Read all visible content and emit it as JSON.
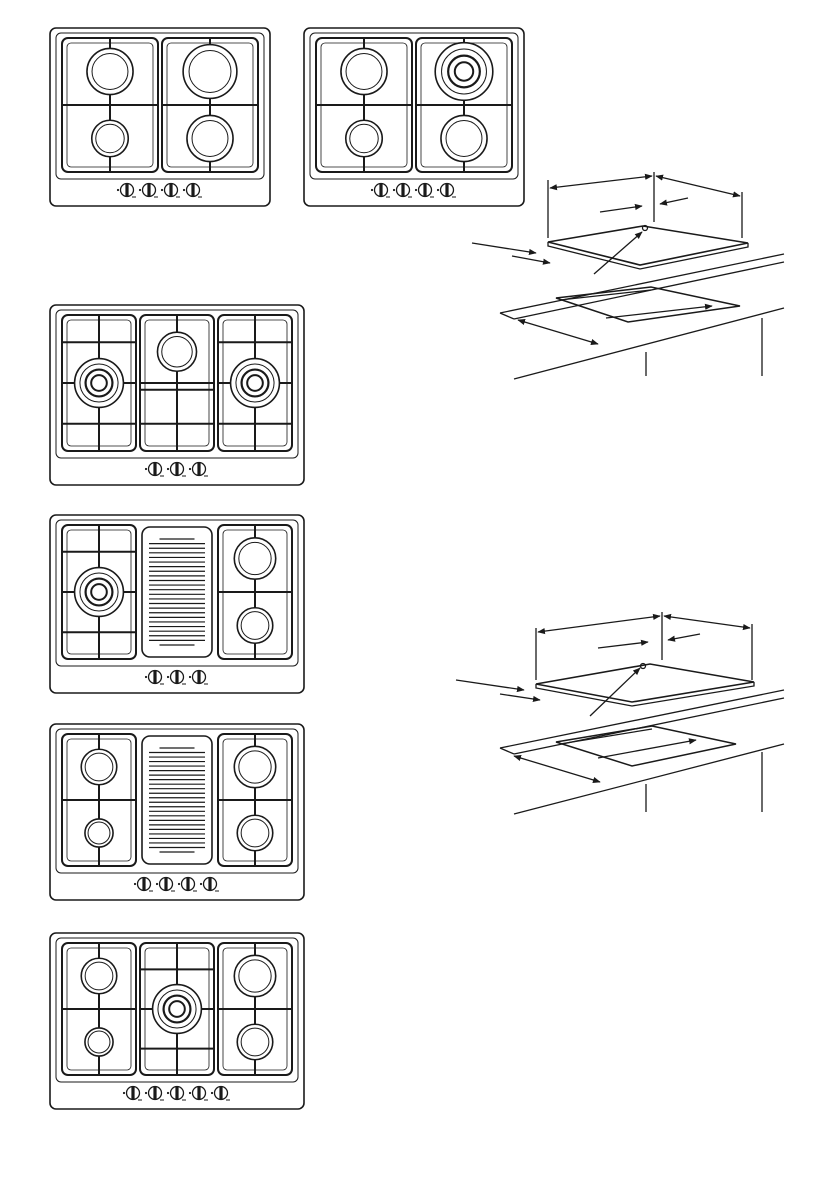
{
  "colors": {
    "line": "#1a1a1a",
    "panel_fill": "#ffffff",
    "background": "#ffffff"
  },
  "hobs": [
    {
      "name": "hob-4-burner-a",
      "columns": [
        [
          "medium",
          "small"
        ],
        [
          "large",
          "medium"
        ]
      ],
      "knobs": 4
    },
    {
      "name": "hob-4-burner-b",
      "columns": [
        [
          "medium",
          "small"
        ],
        [
          "wok",
          "medium"
        ]
      ],
      "knobs": 4
    },
    {
      "name": "hob-3-burner",
      "columns": [
        [
          "wok"
        ],
        [
          "medium-top"
        ],
        [
          "wok"
        ]
      ],
      "knobs": 3
    },
    {
      "name": "hob-3-burner-griddle",
      "columns": [
        [
          "wok"
        ],
        [
          "griddle"
        ],
        [
          "large",
          "medium"
        ]
      ],
      "knobs": 3
    },
    {
      "name": "hob-4-burner-griddle",
      "columns": [
        [
          "medium",
          "small"
        ],
        [
          "griddle"
        ],
        [
          "large",
          "medium"
        ]
      ],
      "knobs": 4
    },
    {
      "name": "hob-5-burner",
      "columns": [
        [
          "medium",
          "small"
        ],
        [
          "wok"
        ],
        [
          "large",
          "medium"
        ]
      ],
      "knobs": 5
    }
  ],
  "installation_diagrams": [
    {
      "name": "installation-diagram-upper"
    },
    {
      "name": "installation-diagram-lower"
    }
  ],
  "icons": [
    "burner-icon",
    "wok-burner-icon",
    "griddle-icon",
    "control-knob-icon",
    "dimension-arrow-icon"
  ]
}
